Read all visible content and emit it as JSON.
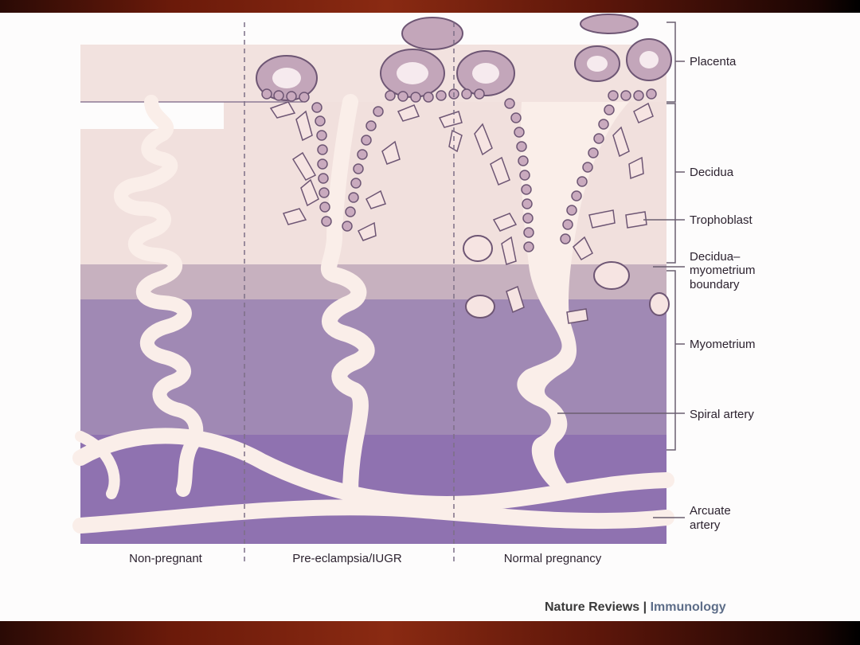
{
  "layers": {
    "placenta": "Placenta",
    "decidua": "Decidua",
    "trophoblast": "Trophoblast",
    "boundary": [
      "Decidua–",
      "myometrium",
      "boundary"
    ],
    "myometrium": "Myometrium",
    "spiral_artery": "Spiral artery",
    "arcuate_artery": [
      "Arcuate",
      "artery"
    ]
  },
  "columns": [
    "Non-pregnant",
    "Pre-eclampsia/IUGR",
    "Normal pregnancy"
  ],
  "credit": {
    "journal": "Nature Reviews",
    "separator": "|",
    "section": "Immunology"
  },
  "colors": {
    "placenta_band": "#f2e2df",
    "decidua_band": "#f1e0dd",
    "boundary_band": "#c7b1bf",
    "myometrium_band": "#a089b4",
    "deep_band": "#8f72b0",
    "vessel": "#faeee9",
    "cell_outline": "#6e5674"
  }
}
